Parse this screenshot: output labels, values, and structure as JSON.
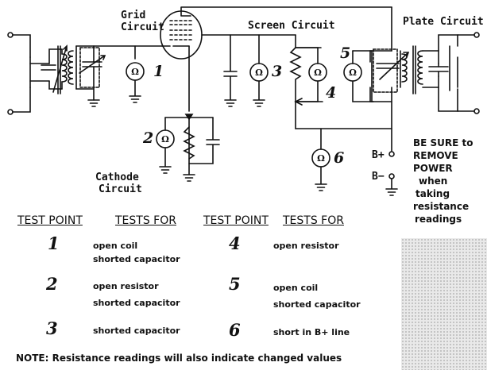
{
  "labels": {
    "grid_circuit": [
      "Grid",
      "Circuit"
    ],
    "screen_circuit": "Screen Circuit",
    "plate_circuit": "Plate Circuit",
    "cathode_circuit": [
      "Cathode",
      "Circuit"
    ],
    "b_plus": "B+",
    "b_minus": "B−",
    "ohm_symbol": "Ω"
  },
  "test_point_markers": [
    "1",
    "2",
    "3",
    "4",
    "5",
    "6"
  ],
  "warning": [
    "BE SURE to",
    "REMOVE",
    "POWER",
    "when",
    "taking",
    "resistance",
    "readings"
  ],
  "table": {
    "headers": [
      "TEST POINT",
      "TESTS FOR",
      "TEST POINT",
      "TESTS FOR"
    ],
    "left_rows": [
      {
        "point": "1",
        "tests": [
          "open coil",
          "shorted capacitor"
        ]
      },
      {
        "point": "2",
        "tests": [
          "open resistor",
          "shorted capacitor"
        ]
      },
      {
        "point": "3",
        "tests": [
          "shorted capacitor"
        ]
      }
    ],
    "right_rows": [
      {
        "point": "4",
        "tests": [
          "open resistor"
        ]
      },
      {
        "point": "5",
        "tests": [
          "open coil",
          "shorted capacitor"
        ]
      },
      {
        "point": "6",
        "tests": [
          "short in B+ line"
        ]
      }
    ]
  },
  "note": "NOTE: Resistance readings will also indicate changed values"
}
